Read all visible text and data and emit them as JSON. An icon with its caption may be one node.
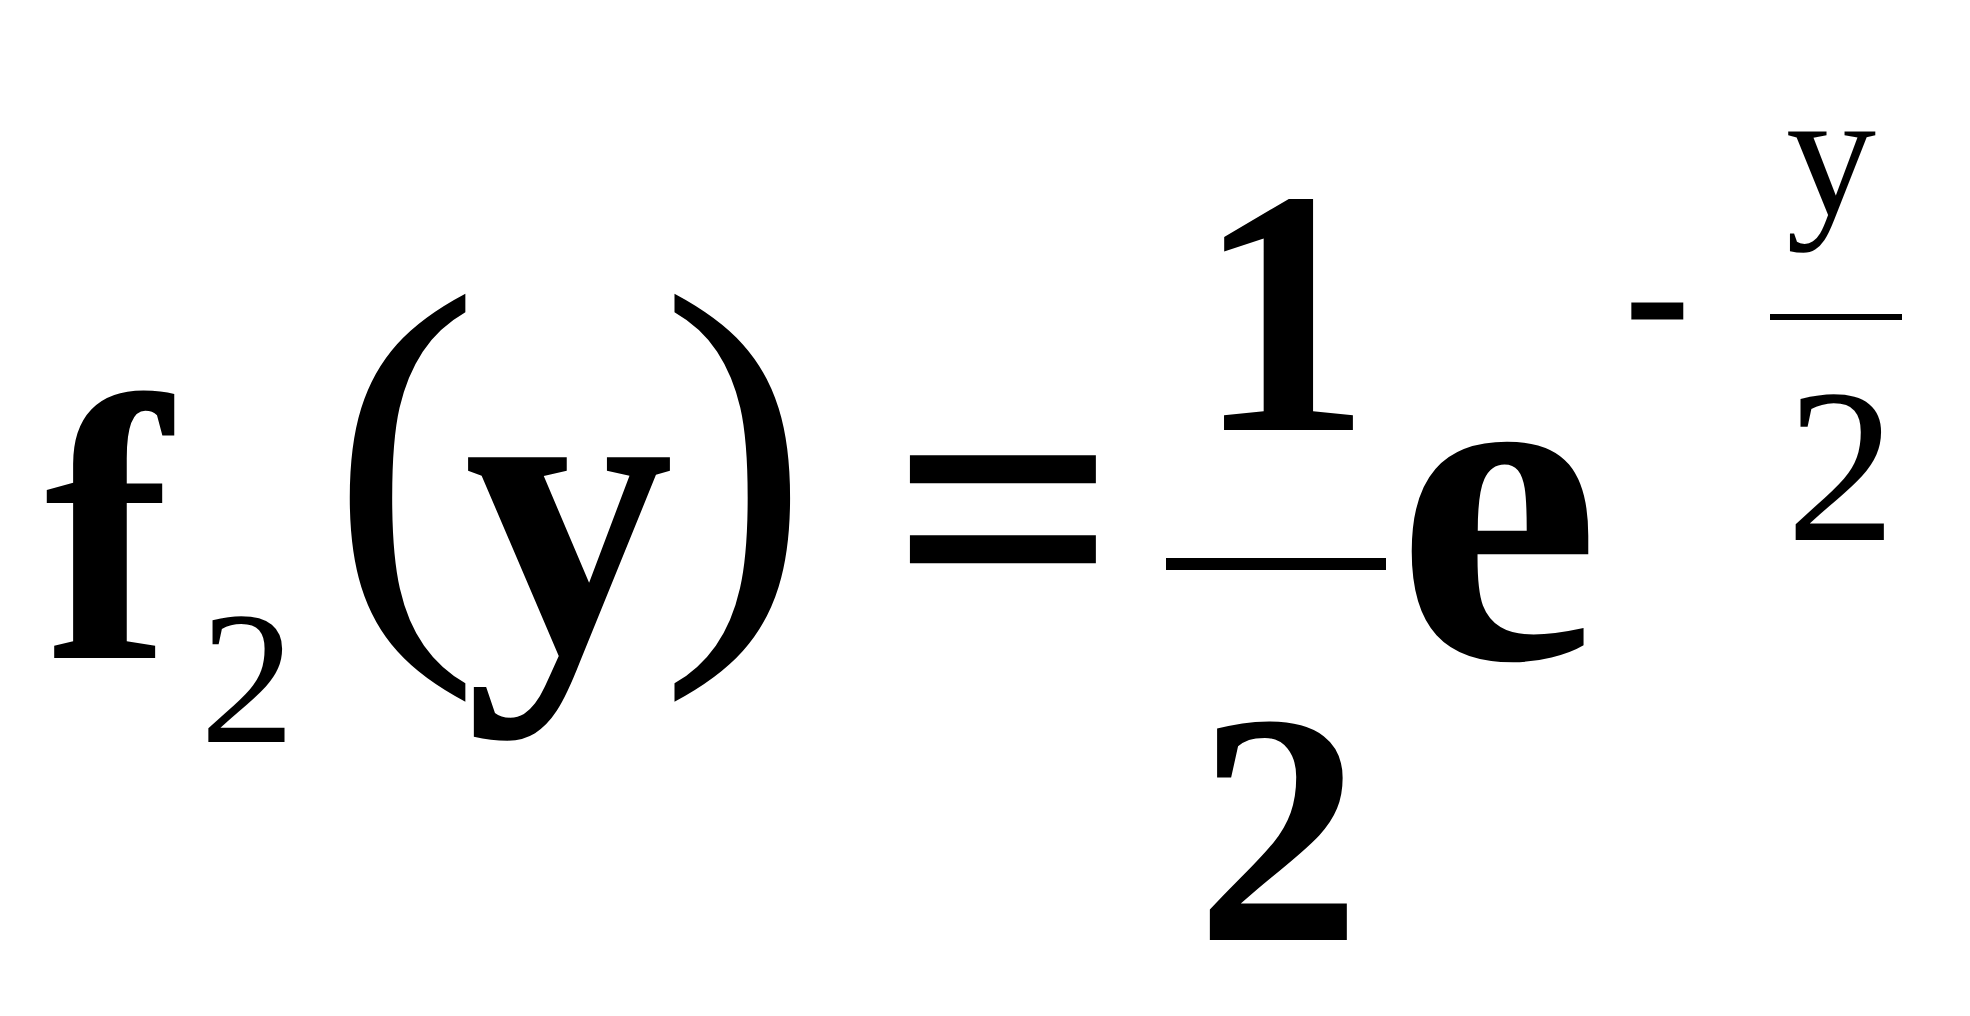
{
  "diagram": {
    "labels": [
      "f",
      "2",
      "(",
      "y",
      ")",
      "=",
      "1",
      "2",
      "e",
      "-",
      "y",
      "2"
    ]
  }
}
